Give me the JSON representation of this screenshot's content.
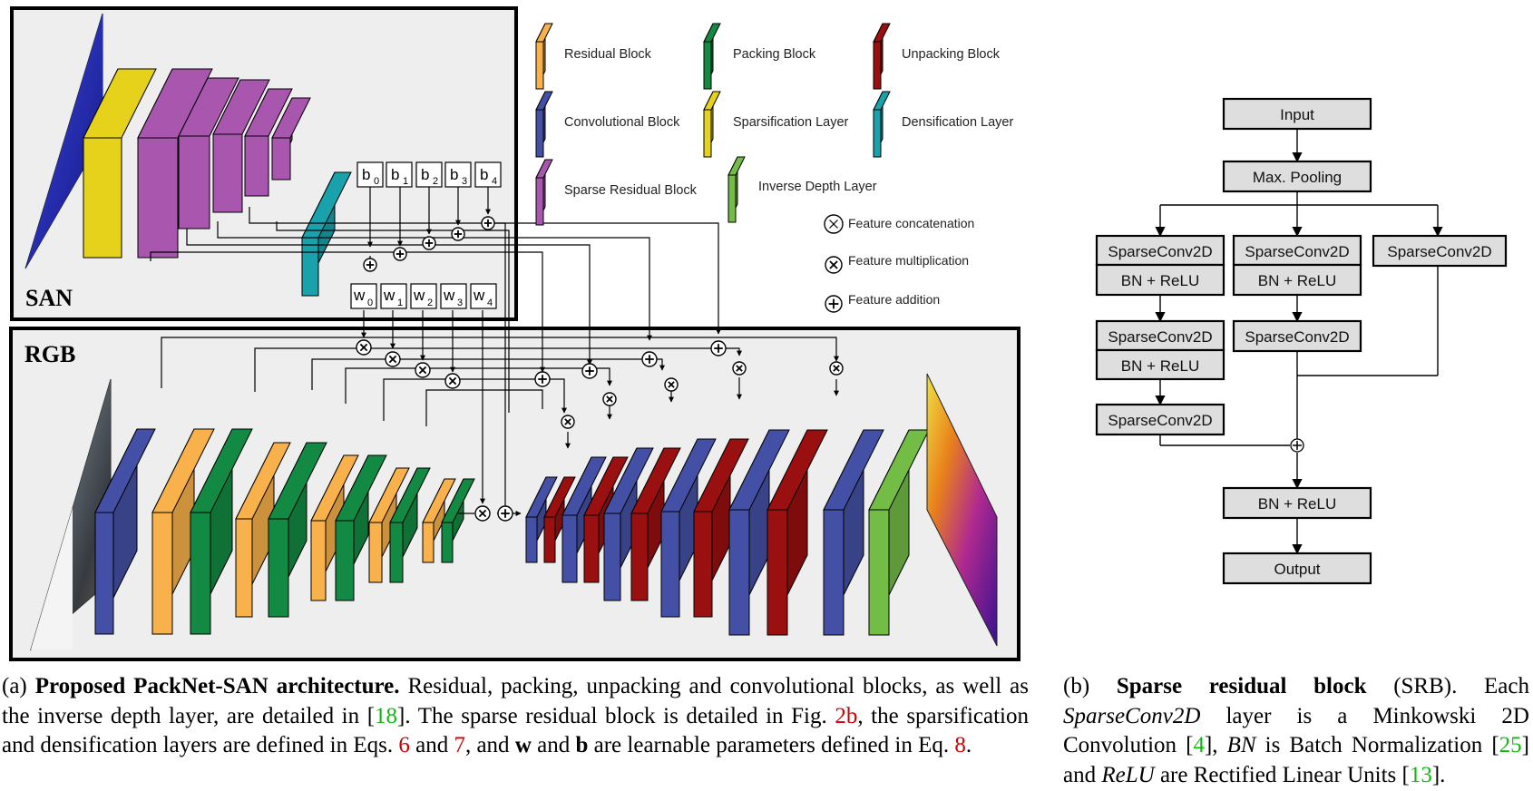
{
  "labels": {
    "san": "SAN",
    "rgb": "RGB"
  },
  "bias_params": [
    "b",
    "b",
    "b",
    "b",
    "b"
  ],
  "weight_params": [
    "w",
    "w",
    "w",
    "w",
    "w"
  ],
  "param_subs": [
    "0",
    "1",
    "2",
    "3",
    "4"
  ],
  "legend": {
    "residual": "Residual Block",
    "packing": "Packing Block",
    "unpacking": "Unpacking Block",
    "convolutional": "Convolutional Block",
    "sparsification": "Sparsification Layer",
    "densification": "Densification Layer",
    "sparse_residual": "Sparse Residual Block",
    "inverse_depth": "Inverse Depth Layer",
    "concat": "Feature concatenation",
    "mult": "Feature multiplication",
    "add": "Feature addition"
  },
  "block_colors": {
    "residual": "#F9B14B",
    "packing": "#138A43",
    "unpacking": "#9A0F10",
    "convolutional": "#4350A5",
    "sparsification": "#E6D21A",
    "densification": "#1AA2AC",
    "sparse_residual": "#A956AE",
    "inverse_depth": "#73BC45"
  },
  "srb": {
    "input": "Input",
    "maxpool": "Max. Pooling",
    "conv_a1": "SparseConv2D",
    "bn_a1": "BN + ReLU",
    "conv_a2": "SparseConv2D",
    "bn_a2": "BN + ReLU",
    "conv_a3": "SparseConv2D",
    "conv_b1": "SparseConv2D",
    "bn_b1": "BN + ReLU",
    "conv_b2": "SparseConv2D",
    "conv_c1": "SparseConv2D",
    "bn_out": "BN + ReLU",
    "output": "Output"
  },
  "caption_a": {
    "tag": "(a) ",
    "title": "Proposed PackNet-SAN architecture.",
    "t1": " Residual, packing, unpacking and convolutional blocks, as well as the inverse depth layer, are detailed in [",
    "ref1": "18",
    "t2": "].  The sparse residual block is detailed in Fig. ",
    "ref2": "2b",
    "t3": ", the sparsification and densification layers are defined in Eqs. ",
    "ref3": "6",
    "t4": " and ",
    "ref4": "7",
    "t5": ", and ",
    "w": "w",
    "t6": " and ",
    "b": "b",
    "t7": " are learnable parameters defined in Eq. ",
    "ref5": "8",
    "t8": "."
  },
  "caption_b": {
    "tag": "(b) ",
    "title": "Sparse residual block",
    "t1": " (SRB). Each ",
    "i1": "SparseConv2D",
    "t2": " layer is a Minkowski 2D Convolution [",
    "ref1": "4",
    "t3": "], ",
    "i2": "BN",
    "t4": " is Batch Normalization [",
    "ref2": "25",
    "t5": "] and ",
    "i3": "ReLU",
    "t6": " are Rectified Linear Units [",
    "ref3": "13",
    "t7": "]."
  }
}
